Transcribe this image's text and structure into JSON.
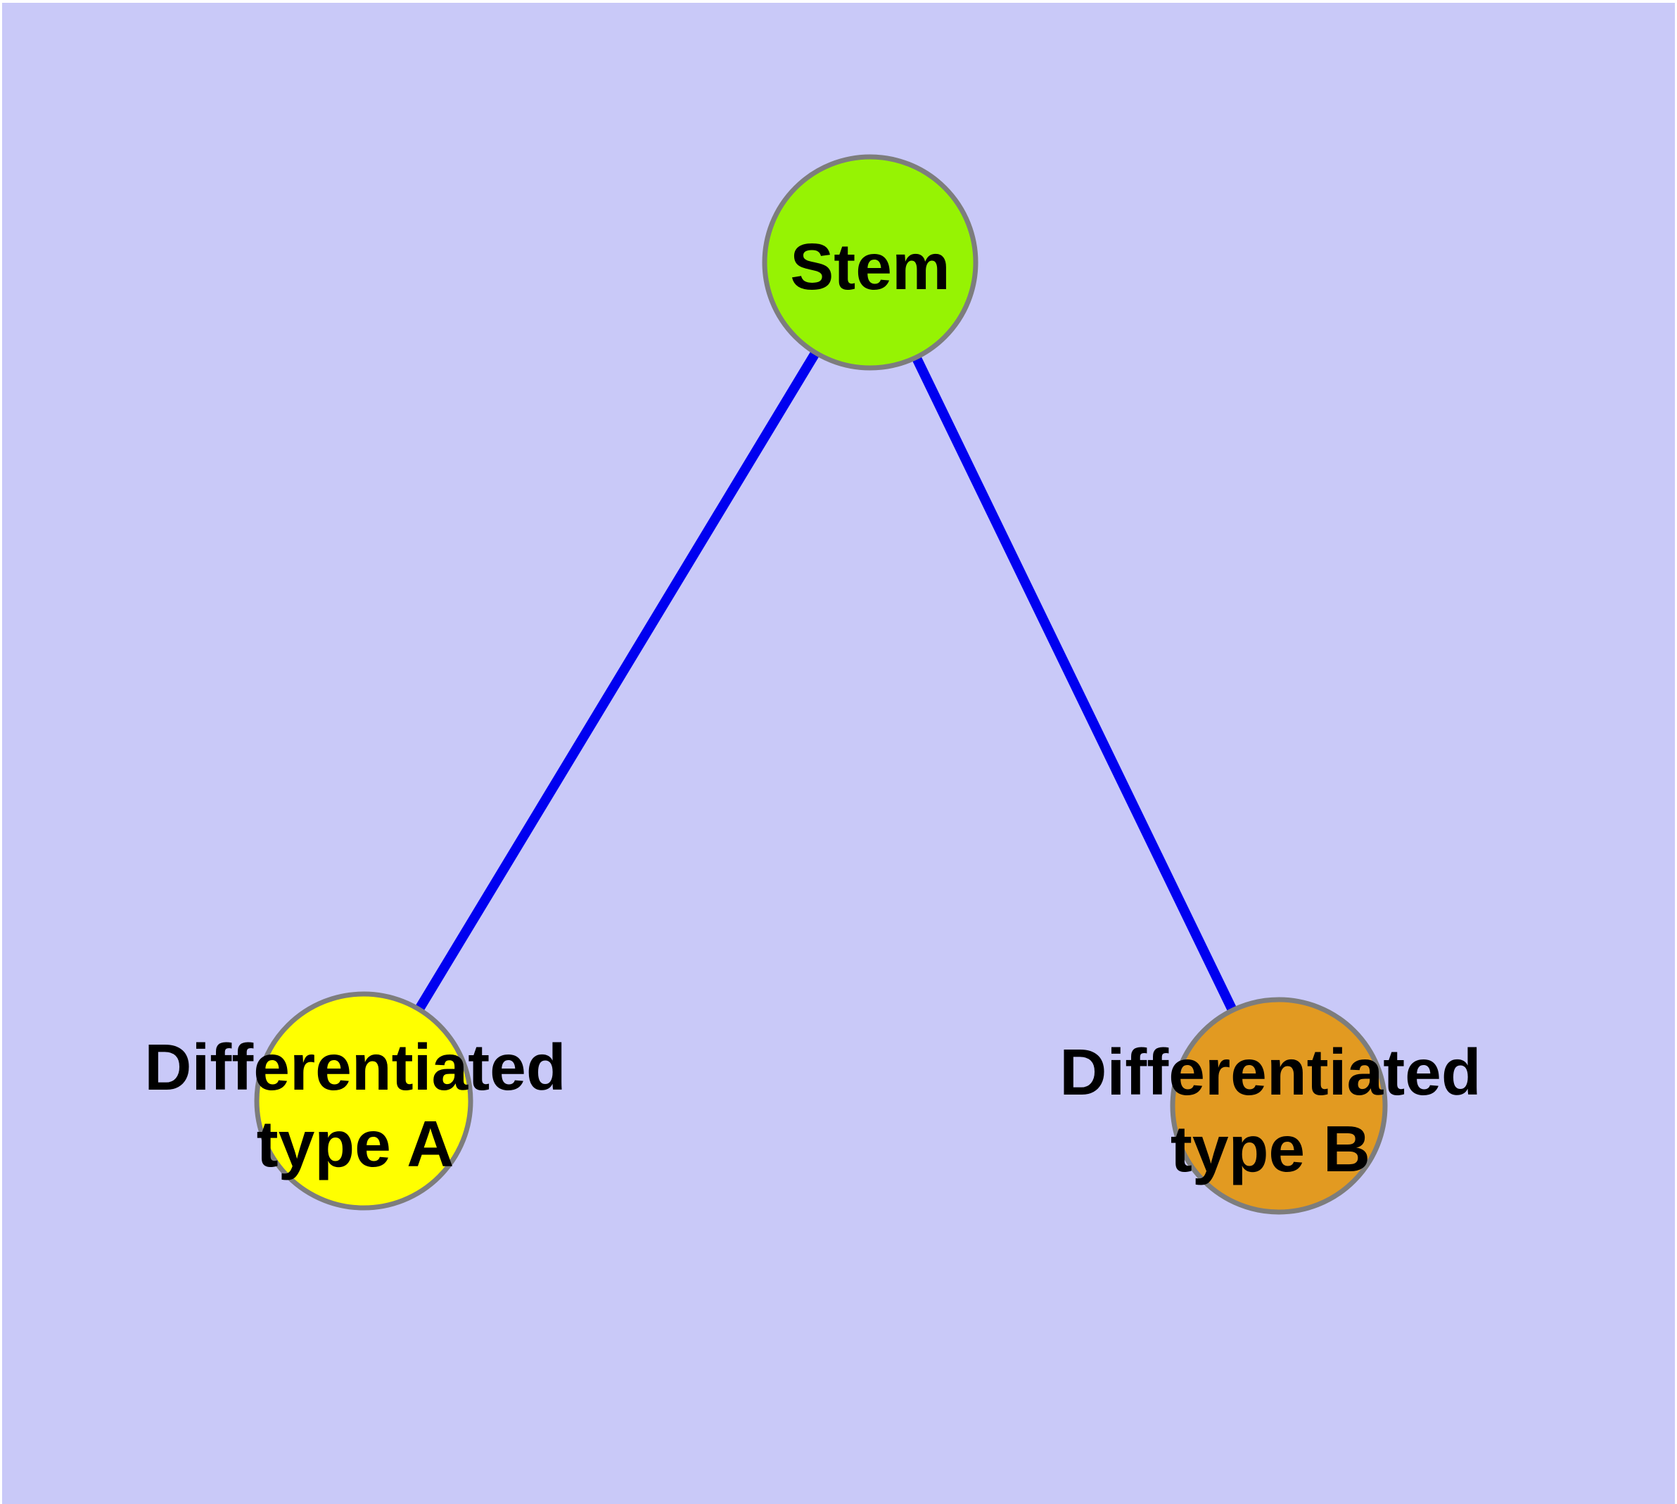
{
  "diagram": {
    "background_color": "#c9c9f8",
    "frame_color": "#ffffff",
    "edge_color": "#0000f0",
    "node_border_color": "#7d7d7d",
    "label_color": "#000000",
    "nodes": {
      "stem": {
        "label": "Stem",
        "fill": "#96f303"
      },
      "type_a": {
        "label_line1": "Differentiated",
        "label_line2": "type A",
        "fill": "#ffff00"
      },
      "type_b": {
        "label_line1": "Differentiated",
        "label_line2": "type B",
        "fill": "#e29a21"
      }
    },
    "edges": [
      {
        "from": "Stem",
        "to": "Differentiated type A"
      },
      {
        "from": "Stem",
        "to": "Differentiated type B"
      }
    ]
  }
}
